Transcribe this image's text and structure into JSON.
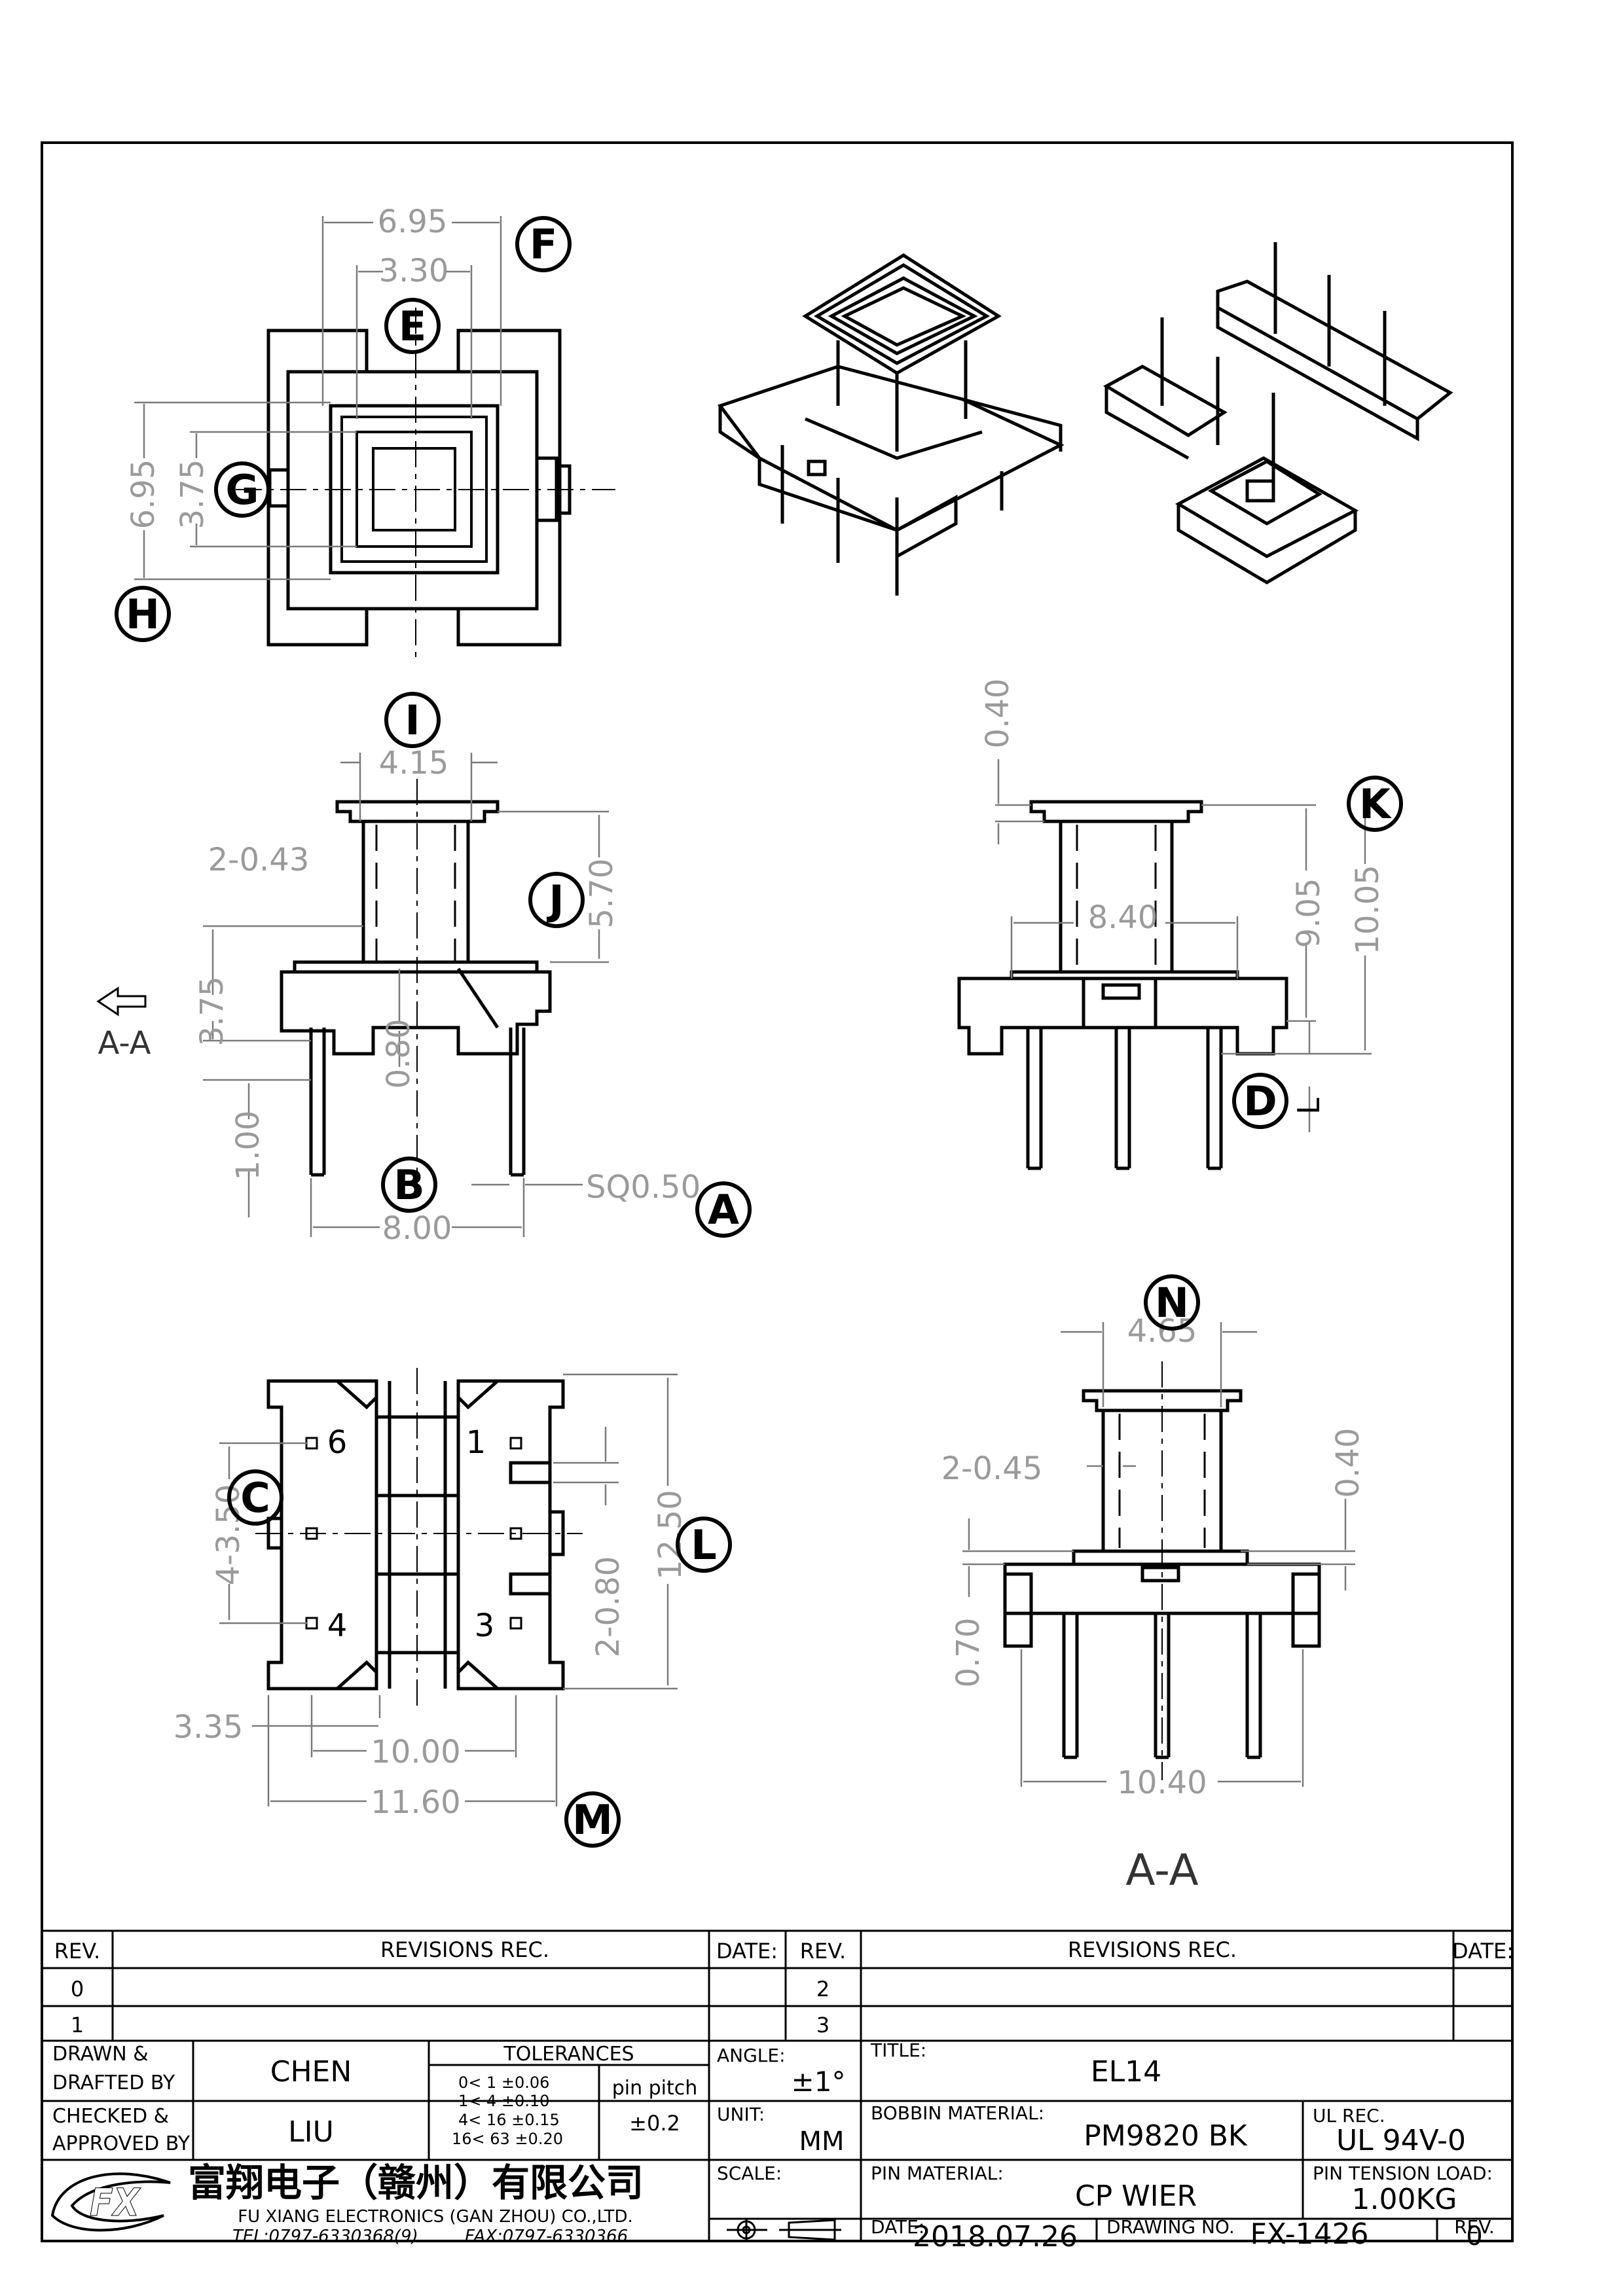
{
  "dims": {
    "top_width": "6.95",
    "top_core": "3.30",
    "top_height": "6.95",
    "top_core_h": "3.75",
    "side_core": "4.15",
    "wall": "2-0.43",
    "core_h": "5.70",
    "base_h": "3.75",
    "slot": "0.80",
    "pin_len": "1.00",
    "pin_span": "8.00",
    "pin_sq": "SQ0.50",
    "sec_label": "A-A",
    "flange": "0.40",
    "width_r": "8.40",
    "h1": "9.05",
    "h2": "10.05",
    "L_label": "L",
    "bot_pitch": "4-3.50",
    "bot_h": "12.50",
    "bot_slot": "2-0.80",
    "bot_offset": "3.35",
    "bot_w1": "10.00",
    "bot_w2": "11.60",
    "pin6": "6",
    "pin1": "1",
    "pin4": "4",
    "pin3": "3",
    "sec_core": "4.65",
    "sec_wall": "2-0.45",
    "sec_flange": "0.40",
    "sec_base": "0.70",
    "sec_width": "10.40",
    "sec_title": "A-A"
  },
  "bubbles": [
    "F",
    "E",
    "G",
    "H",
    "I",
    "J",
    "K",
    "D",
    "B",
    "A",
    "C",
    "L",
    "M",
    "N"
  ],
  "revisions": {
    "col_rev": "REV.",
    "col_rec": "REVISIONS   REC.",
    "col_date": "DATE:",
    "rows_left": [
      "0",
      "1"
    ],
    "rows_right": [
      "2",
      "3"
    ]
  },
  "titleblock": {
    "drawn_label": "DRAWN &\nDRAFTED BY",
    "drawn": "CHEN",
    "checked_label": "CHECKED &\nAPPROVED BY",
    "checked": "LIU",
    "tol_title": "TOLERANCES",
    "tol_rows": [
      "0<   1   ±0.06",
      "1<   4   ±0.10",
      "4<   16  ±0.15",
      "16<   63  ±0.20"
    ],
    "pin_pitch_label": "pin pitch",
    "pin_pitch": "±0.2",
    "angle_label": "ANGLE:",
    "angle": "±1°",
    "unit_label": "UNIT:",
    "unit": "MM",
    "scale_label": "SCALE:",
    "title_label": "TITLE:",
    "title": "EL14",
    "bobbin_label": "BOBBIN MATERIAL:",
    "bobbin": "PM9820  BK",
    "ul_label": "UL REC.",
    "ul": "UL  94V-0",
    "pinmat_label": "PIN MATERIAL:",
    "pinmat": "CP  WIER",
    "tension_label": "PIN TENSION LOAD:",
    "tension": "1.00KG",
    "date_label": "DATE:",
    "date": "2018.07.26",
    "dwg_label": "DRAWING NO.",
    "dwg": "FX-1426",
    "rev_label": "REV.",
    "rev": "0",
    "company_cn": "富翔电子（赣州）有限公司",
    "company_en": "FU XIANG ELECTRONICS (GAN ZHOU) CO.,LTD.",
    "tel": "TEL:0797-6330368(9)",
    "fax": "FAX:0797-6330366"
  }
}
